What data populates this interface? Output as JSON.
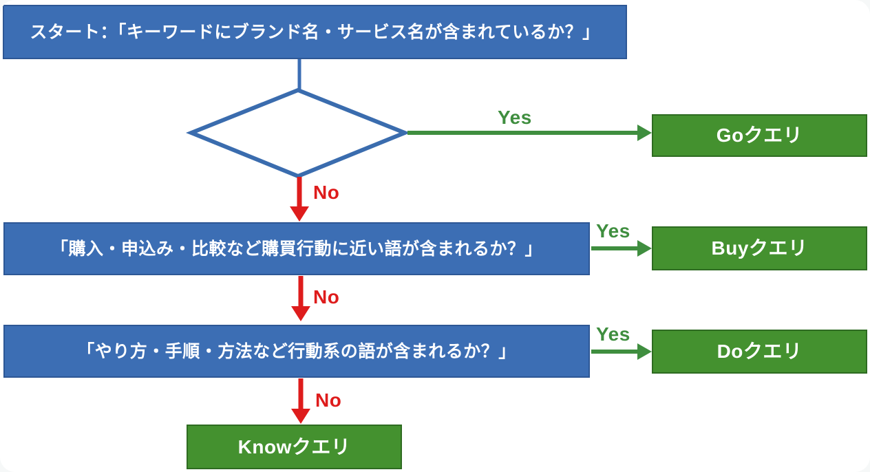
{
  "colors": {
    "process_blue": "#3c6eb4",
    "process_blue_border": "#2d5795",
    "result_green": "#44912f",
    "result_green_border": "#2e6b21",
    "yes_label_green": "#3f8e3f",
    "no_label_red": "#de1c1c",
    "text_white": "#ffffff",
    "canvas_background": "#ffffff"
  },
  "labels": {
    "yes": "Yes",
    "no": "No"
  },
  "flowchart": {
    "start": "スタート：「キーワードにブランド名・サービス名が含まれているか？」",
    "question_2": "「購入・申込み・比較など購買行動に近い語が含まれるか？」",
    "question_3": "「やり方・手順・方法など行動系の語が含まれるか？」",
    "result_go": "Goクエリ",
    "result_buy": "Buyクエリ",
    "result_do": "Doクエリ",
    "result_know": "Knowクエリ"
  }
}
